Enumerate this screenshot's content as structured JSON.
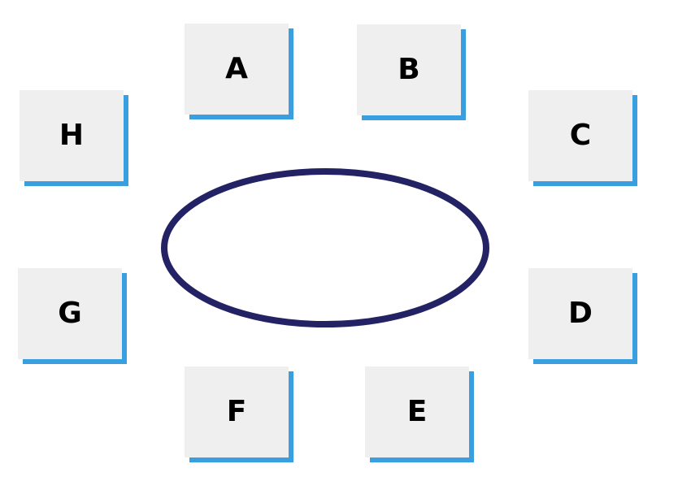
{
  "diagram": {
    "table_outline_color": "#232264",
    "seat_fill_color": "#efefef",
    "seat_shadow_color": "#3a9fe0",
    "seats": [
      {
        "label": "A"
      },
      {
        "label": "B"
      },
      {
        "label": "C"
      },
      {
        "label": "D"
      },
      {
        "label": "E"
      },
      {
        "label": "F"
      },
      {
        "label": "G"
      },
      {
        "label": "H"
      }
    ]
  }
}
